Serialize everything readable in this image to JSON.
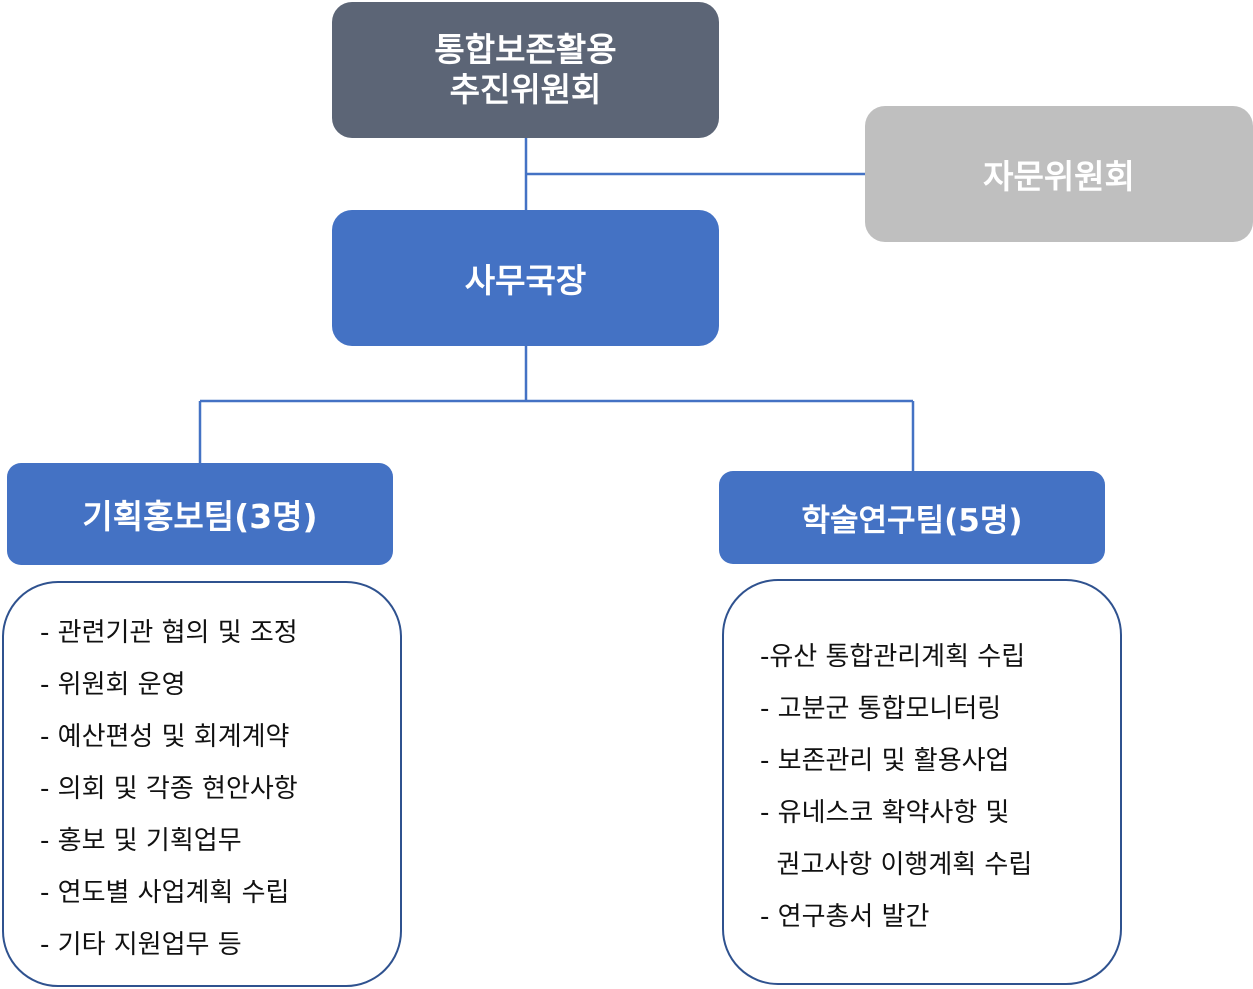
{
  "committee": {
    "line1": "통합보존활용",
    "line2": "추진위원회"
  },
  "advisory": {
    "label": "자문위원회"
  },
  "secretary": {
    "label": "사무국장"
  },
  "teams": [
    {
      "label": "기획홍보팀(3명)",
      "duties": [
        "- 관련기관 협의 및 조정",
        "- 위원회 운영",
        "- 예산편성 및 회계계약",
        "- 의회 및 각종 현안사항",
        "- 홍보 및 기획업무",
        "- 연도별 사업계획 수립",
        "- 기타 지원업무 등"
      ]
    },
    {
      "label": "학술연구팀(5명)",
      "duties": [
        "-유산 통합관리계획 수립",
        "- 고분군 통합모니터링",
        "- 보존관리 및 활용사업",
        "- 유네스코 확약사항 및",
        "  권고사항 이행계획 수립",
        "- 연구총서 발간"
      ]
    }
  ],
  "colors": {
    "committee": "#5c6576",
    "advisory": "#bfbfbf",
    "primary": "#4472c4",
    "border": "#2f528f"
  }
}
